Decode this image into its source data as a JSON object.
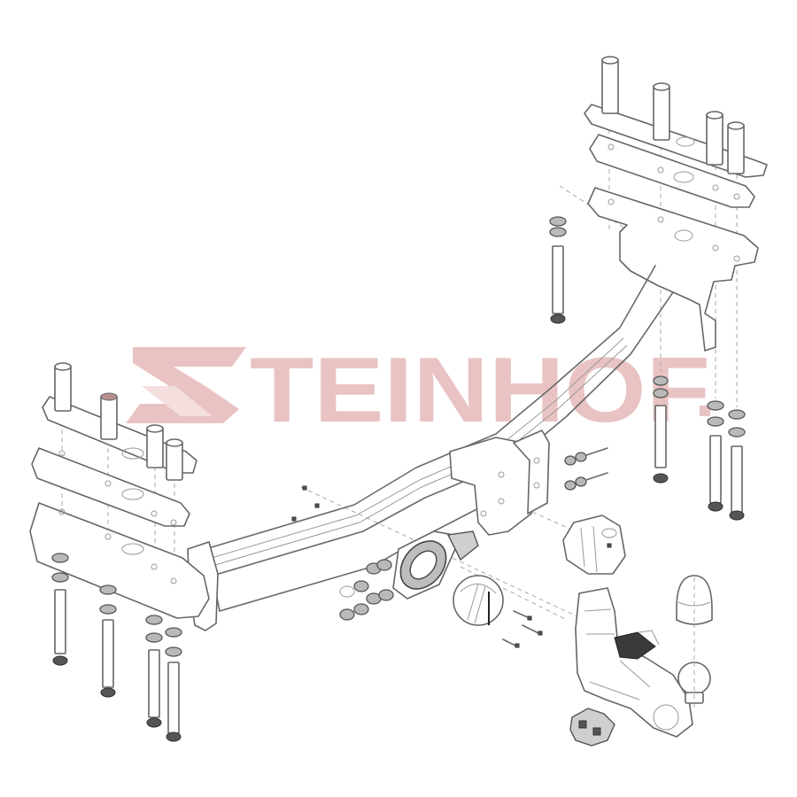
{
  "diagram": {
    "type": "exploded-technical-drawing",
    "subject": "towbar / towing hitch assembly",
    "watermark": {
      "text": "STEINHOF",
      "color": "#e9c3c3",
      "trailing_mark": "."
    },
    "colors": {
      "background": "#ffffff",
      "linework": "#6a6a6a",
      "hidden_lines": "#a8a8a8",
      "watermark": "#e9c3c3"
    },
    "components": [
      {
        "id": "right-spacer-tubes",
        "label": "",
        "count": 4
      },
      {
        "id": "right-top-plate",
        "label": ""
      },
      {
        "id": "right-bracket-plate",
        "label": ""
      },
      {
        "id": "right-side-bolt",
        "label": "",
        "count": 1
      },
      {
        "id": "right-vertical-bolts",
        "label": "",
        "count": 3
      },
      {
        "id": "left-spacer-tubes",
        "label": "",
        "count": 4
      },
      {
        "id": "left-top-plate",
        "label": ""
      },
      {
        "id": "left-bracket-plate",
        "label": ""
      },
      {
        "id": "left-vertical-bolts",
        "label": "",
        "count": 4
      },
      {
        "id": "crossbeam",
        "label": ""
      },
      {
        "id": "center-mount-bracket",
        "label": ""
      },
      {
        "id": "center-bolt-set",
        "label": "",
        "count": 4
      },
      {
        "id": "lock-socket",
        "label": ""
      },
      {
        "id": "ball-socket-housing",
        "label": ""
      },
      {
        "id": "small-pins",
        "label": "",
        "count": 3
      },
      {
        "id": "mount-head",
        "label": ""
      },
      {
        "id": "swan-neck-arm",
        "label": ""
      },
      {
        "id": "tow-ball",
        "label": ""
      },
      {
        "id": "ball-cap",
        "label": ""
      },
      {
        "id": "electrical-socket-plate",
        "label": ""
      }
    ]
  }
}
